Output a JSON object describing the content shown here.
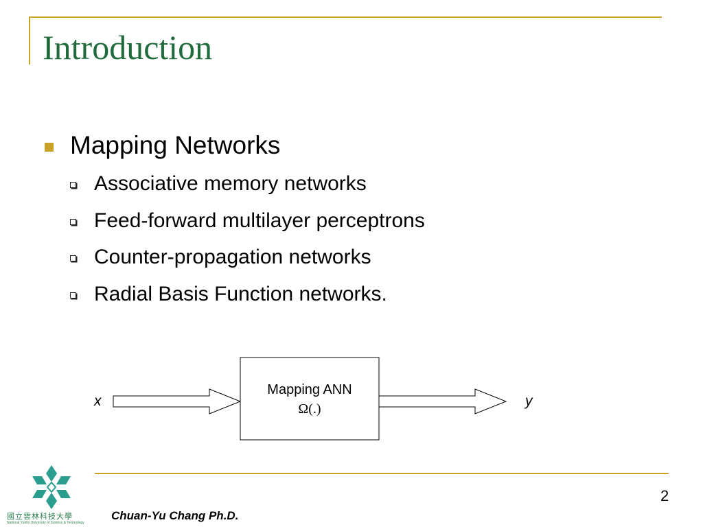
{
  "slide": {
    "title": "Introduction",
    "main_bullet": "Mapping Networks",
    "sub_bullets": [
      "Associative memory networks",
      "Feed-forward multilayer perceptrons",
      "Counter-propagation networks",
      "Radial Basis Function networks."
    ]
  },
  "diagram": {
    "box_line1": "Mapping ANN",
    "box_line2": "Ω(.)",
    "input_label": "x",
    "output_label": "y"
  },
  "footer": {
    "author": "Chuan-Yu Chang Ph.D.",
    "page_number": "2",
    "logo_text": "國立雲林科技大學",
    "logo_subtext": "National Yunlin University of Science & Technology"
  },
  "colors": {
    "accent_gold": "#c9a227",
    "title_green": "#1f6b3c",
    "logo_teal": "#2a9d8f"
  }
}
